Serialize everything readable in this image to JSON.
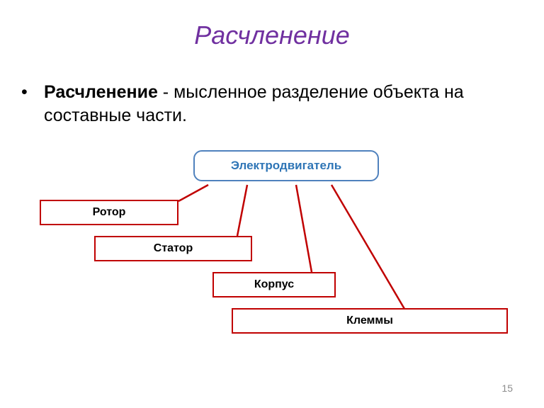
{
  "slide": {
    "title": "Расчленение",
    "bullet": {
      "term": "Расчленение",
      "separator": " - ",
      "definition": " мысленное разделение объекта на составные части."
    },
    "page_number": "15"
  },
  "diagram": {
    "root": {
      "label": "Электродвигатель"
    },
    "parts": [
      {
        "label": "Ротор"
      },
      {
        "label": "Статор"
      },
      {
        "label": "Корпус"
      },
      {
        "label": "Клеммы"
      }
    ],
    "colors": {
      "root_border": "#4f81bd",
      "root_text": "#2e75b6",
      "part_border": "#c00000",
      "connector": "#c00000",
      "title": "#7030a0"
    }
  }
}
